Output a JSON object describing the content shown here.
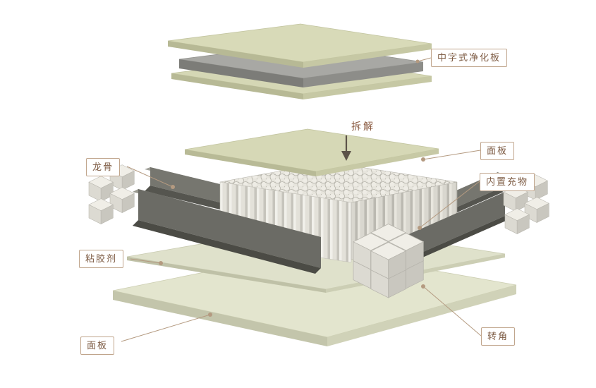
{
  "diagram": {
    "product_label": "中字式净化板",
    "explode_label": "拆解",
    "parts": {
      "keel": "龙骨",
      "face_panel_top": "面板",
      "infill": "内置充物",
      "adhesive": "粘胶剂",
      "face_panel_bottom": "面板",
      "corner": "转角"
    },
    "colors": {
      "label_border": "#c0a58c",
      "label_text": "#7d5b43",
      "leader_line": "#b49a80",
      "panel_green": "#d8dab8",
      "bottom_panel_green": "#e3e5ce",
      "core_gray": "#a8a8a4",
      "keel_gray": "#6b6b65",
      "infill_light": "#e7e5dd",
      "arrow": "#5c5349"
    }
  }
}
